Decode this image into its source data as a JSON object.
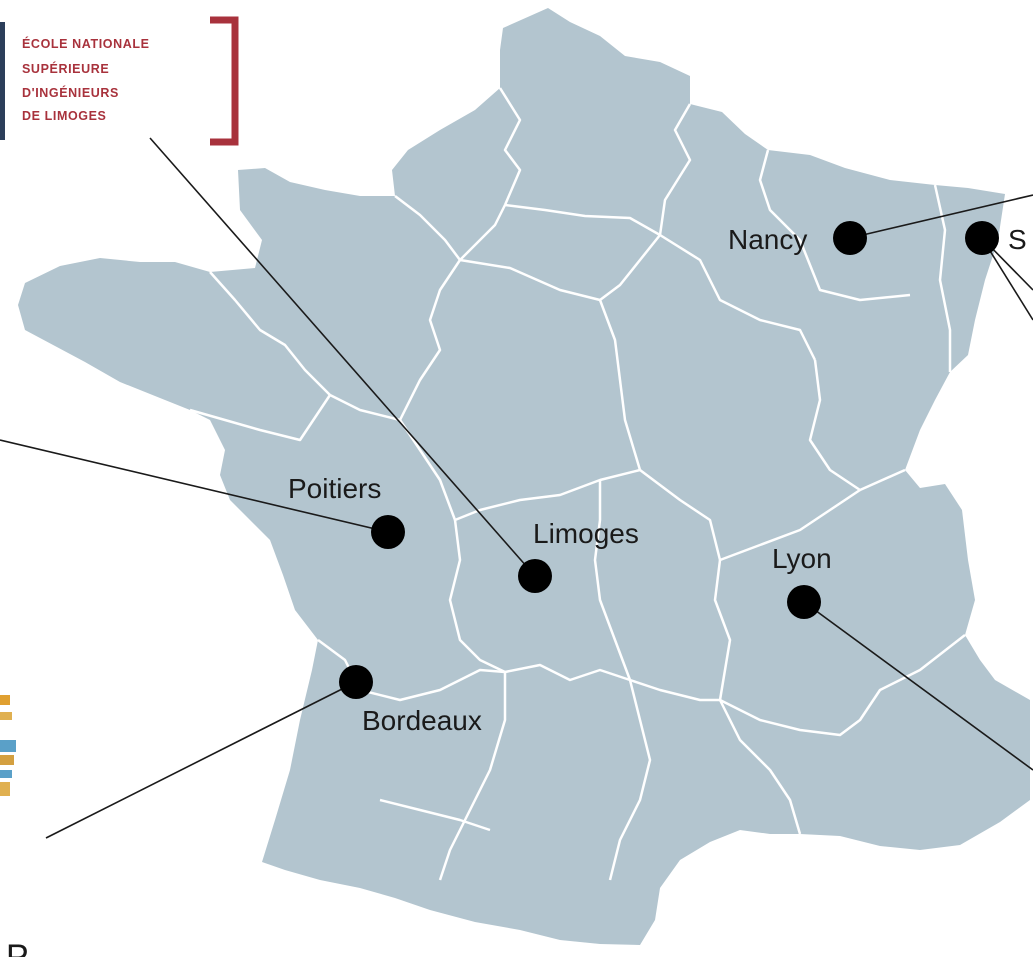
{
  "logo": {
    "lines": [
      "ÉCOLE NATIONALE",
      "SUPÉRIEURE",
      "D'INGÉNIEURS",
      "DE LIMOGES"
    ],
    "color": "#a8323c"
  },
  "map": {
    "country_fill": "#b3c5cf",
    "border_color": "#ffffff",
    "dot_color": "#000000"
  },
  "cities": [
    {
      "id": "nancy",
      "name": "Nancy"
    },
    {
      "id": "strasbourg",
      "name": "S"
    },
    {
      "id": "poitiers",
      "name": "Poitiers"
    },
    {
      "id": "limoges",
      "name": "Limoges"
    },
    {
      "id": "lyon",
      "name": "Lyon"
    },
    {
      "id": "bordeaux",
      "name": "Bordeaux"
    }
  ],
  "partial_text": {
    "bottom_left": "P"
  }
}
